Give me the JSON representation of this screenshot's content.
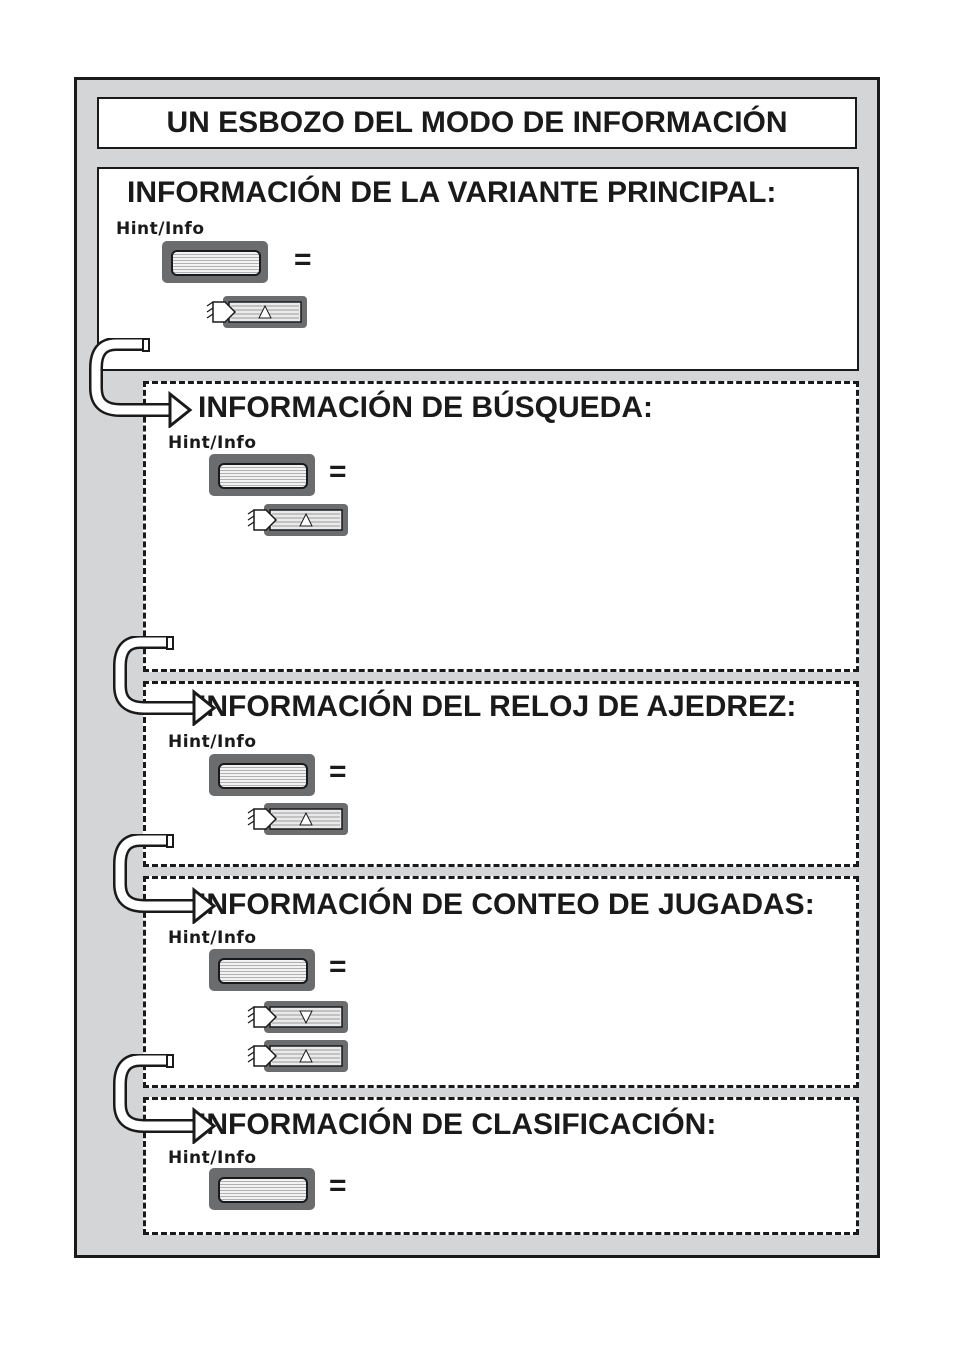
{
  "page": {
    "title": "UN ESBOZO DEL MODO DE INFORMACIÓN"
  },
  "sections": [
    {
      "title": "INFORMACIÓN DE LA VARIANTE PRINCIPAL:",
      "button_label": "Hint/Info",
      "equals": "=",
      "keys": [
        "up-arrow-icon"
      ]
    },
    {
      "title": "INFORMACIÓN DE BÚSQUEDA:",
      "button_label": "Hint/Info",
      "equals": "=",
      "keys": [
        "up-arrow-icon"
      ]
    },
    {
      "title": "INFORMACIÓN DEL RELOJ DE AJEDREZ:",
      "button_label": "Hint/Info",
      "equals": "=",
      "keys": [
        "up-arrow-icon"
      ]
    },
    {
      "title": "INFORMACIÓN DE CONTEO DE JUGADAS:",
      "button_label": "Hint/Info",
      "equals": "=",
      "keys": [
        "down-arrow-icon",
        "up-arrow-icon"
      ]
    },
    {
      "title": "INFORMACIÓN DE CLASIFICACIÓN:",
      "button_label": "Hint/Info",
      "equals": "=",
      "keys": []
    }
  ],
  "colors": {
    "frame_background": "#d4d5d7",
    "border": "#1a1a1a",
    "button_body": "#6b6c6e"
  }
}
